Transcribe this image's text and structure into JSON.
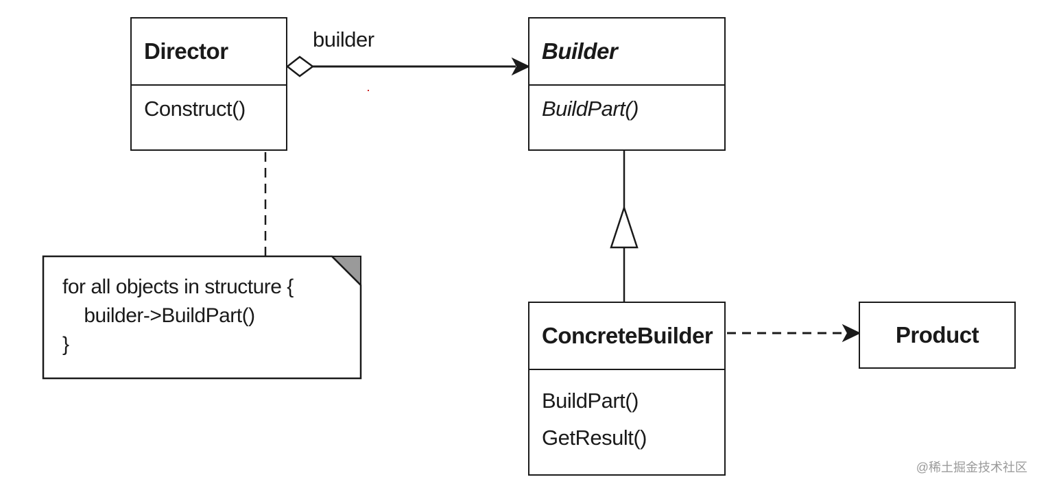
{
  "classes": {
    "director": {
      "name": "Director",
      "operations": [
        "Construct()"
      ]
    },
    "builder": {
      "name": "Builder",
      "operations": [
        "BuildPart()"
      ]
    },
    "concrete_builder": {
      "name": "ConcreteBuilder",
      "operations": [
        "BuildPart()",
        "GetResult()"
      ]
    },
    "product": {
      "name": "Product"
    }
  },
  "associations": {
    "director_builder_role": "builder"
  },
  "note": {
    "lines": [
      "for all objects in structure {",
      "    builder->BuildPart()",
      "}"
    ]
  },
  "watermark": "@稀土掘金技术社区"
}
